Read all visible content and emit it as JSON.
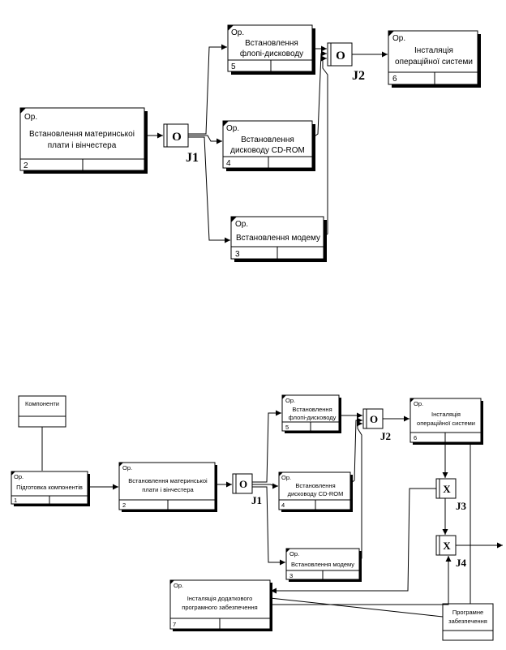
{
  "diagram_top": {
    "boxes": {
      "motherboard": {
        "op": "Ор.",
        "title1": "Встановлення материнськоі",
        "title2": "плати і вінчестера",
        "num": "2"
      },
      "floppy": {
        "op": "Ор.",
        "title1": "Встановлення",
        "title2": "флопі-дисководу",
        "num": "5"
      },
      "cdrom": {
        "op": "Ор.",
        "title1": "Встановлення",
        "title2": "дисководу CD-ROM",
        "num": "4"
      },
      "modem": {
        "op": "Ор.",
        "title1": "Встановлення модему",
        "num": "3"
      },
      "os": {
        "op": "Ор.",
        "title1": "Інсталяція",
        "title2": "операційної системи",
        "num": "6"
      }
    },
    "junctions": {
      "j1": {
        "symbol": "O",
        "label": "J1"
      },
      "j2": {
        "symbol": "O",
        "label": "J2"
      }
    }
  },
  "diagram_bottom": {
    "boxes": {
      "components": {
        "title1": "Компоненти"
      },
      "prep": {
        "op": "Ор.",
        "title1": "Підготовка компонентів",
        "num": "1"
      },
      "motherboard": {
        "op": "Ор.",
        "title1": "Встановлення материнськоі",
        "title2": "плати і вінчестера",
        "num": "2"
      },
      "floppy": {
        "op": "Ор.",
        "title1": "Встановлення",
        "title2": "флопі-дисководу",
        "num": "5"
      },
      "cdrom": {
        "op": "Ор.",
        "title1": "Встановлення",
        "title2": "дисководу CD-ROM",
        "num": "4"
      },
      "modem": {
        "op": "Ор.",
        "title1": "Встановлення модему",
        "num": "3"
      },
      "os": {
        "op": "Ор.",
        "title1": "Інсталяція",
        "title2": "операційної системи",
        "num": "6"
      },
      "addsoft": {
        "op": "Ор.",
        "title1": "Інсталяція додаткового",
        "title2": "програмного забезпечення",
        "num": "7"
      },
      "software": {
        "title1": "Програмне",
        "title2": "забезпечення"
      }
    },
    "junctions": {
      "j1": {
        "symbol": "O",
        "label": "J1"
      },
      "j2": {
        "symbol": "O",
        "label": "J2"
      },
      "j3": {
        "symbol": "X",
        "label": "J3"
      },
      "j4": {
        "symbol": "X",
        "label": "J4"
      }
    }
  }
}
